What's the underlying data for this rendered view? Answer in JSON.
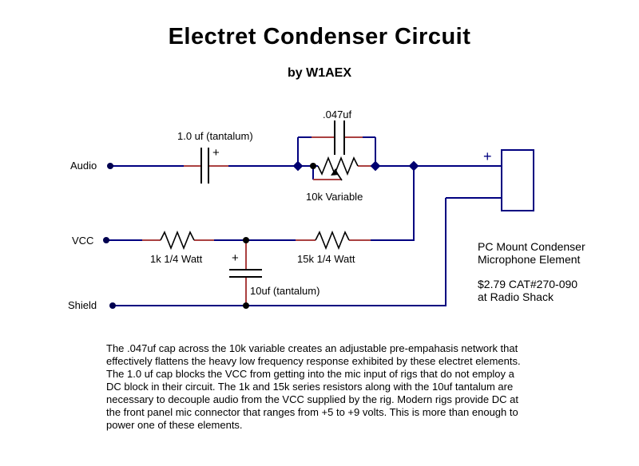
{
  "header": {
    "title": "Electret Condenser Circuit",
    "byline": "by W1AEX"
  },
  "colors": {
    "wire": "#000080",
    "hot_segment": "#aa4040",
    "component": "#000000",
    "text": "#000000",
    "background": "#ffffff"
  },
  "schematic": {
    "terminals": {
      "audio": "Audio",
      "vcc": "VCC",
      "shield": "Shield"
    },
    "components": {
      "coupling_cap_label": "1.0 uf (tantalum)",
      "coupling_cap_polarity": "+",
      "bypass_cap_label": ".047uf",
      "pot_label": "10k Variable",
      "r1_label": "1k 1/4 Watt",
      "r2_label": "15k 1/4 Watt",
      "decoupling_cap_label": "10uf (tantalum)",
      "decoupling_cap_polarity": "+",
      "mic_polarity": "+"
    },
    "mic_info": {
      "line1": "PC Mount Condenser",
      "line2": "Microphone Element",
      "line3": "$2.79 CAT#270-090",
      "line4": "at Radio Shack"
    }
  },
  "notes": {
    "text": "The .047uf cap across the 10k variable creates an adjustable pre-empahasis network that\neffectively flattens the heavy low frequency response exhibited by these electret elements.\nThe 1.0 uf cap blocks the VCC from getting into the mic input of rigs that do not employ a\nDC block in their circuit. The 1k and 15k series resistors along with the 10uf tantalum are\nnecessary to decouple audio from the VCC supplied by the rig. Modern rigs provide DC at\nthe front panel mic connector that ranges from +5 to +9 volts. This is more than enough to\npower one of these elements."
  }
}
